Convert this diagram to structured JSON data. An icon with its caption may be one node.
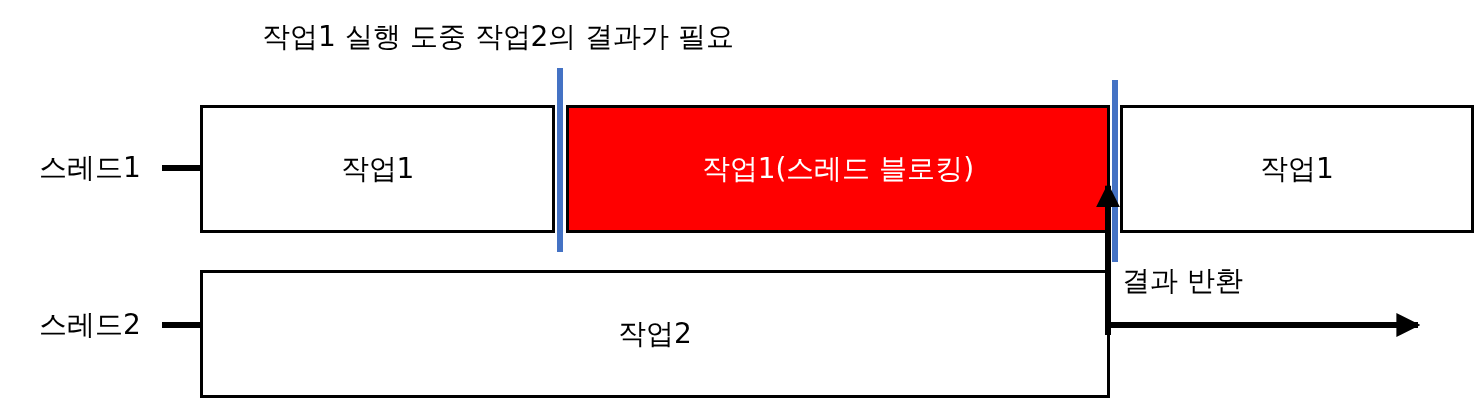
{
  "diagram": {
    "nodes": [
      {
        "text": [
          "스레드1"
        ]
      },
      {
        "text": [
          "작업1"
        ]
      },
      {
        "text": [
          "작업1(스레드 블로킹)"
        ]
      },
      {
        "text": [
          "작업1"
        ]
      },
      {
        "text": [
          "스레드2"
        ]
      },
      {
        "text": [
          "작업2"
        ]
      }
    ],
    "edges": [
      {
        "from": 0,
        "to": 1,
        "arrow": "none"
      },
      {
        "from": 4,
        "to": 5,
        "arrow": "none"
      },
      {
        "from": 5,
        "to": 2,
        "arrow": "to",
        "label": "결과 반환"
      },
      {
        "from": 5,
        "to": null,
        "arrow": "to"
      }
    ],
    "labels": [
      "작업1 실행 도중 작업2의 결과가 필요"
    ]
  }
}
